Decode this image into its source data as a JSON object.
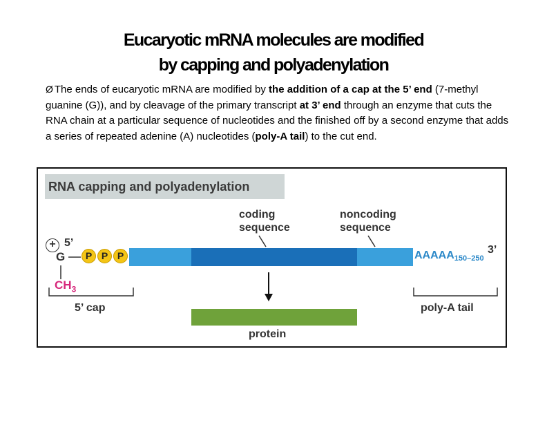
{
  "slide": {
    "title_line1": "Eucaryotic mRNA molecules are modified",
    "title_line2": "by capping and polyadenylation",
    "bullet_glyph": "Ø",
    "paragraph": {
      "t1": "The ends of eucaryotic mRNA are modified by ",
      "b1": "the addition of a cap at the 5’ end",
      "t2": " (7-methyl guanine (G)), and by cleavage of the primary transcript ",
      "b2": "at 3’ end",
      "t3": " through an enzyme that cuts the RNA chain at a particular sequence of nucleotides and the finished off by a second enzyme that adds a series of repeated adenine (A) nucleotides (",
      "b3": "poly-A tail",
      "t4": ") to the cut end."
    }
  },
  "figure": {
    "heading": "RNA capping and polyadenylation",
    "label_5prime": "5’",
    "label_3prime": "3’",
    "plus": "+",
    "g_label": "G",
    "phosphates": [
      "P",
      "P",
      "P"
    ],
    "ch3_label": "CH",
    "ch3_sub": "3",
    "coding_line1": "coding",
    "coding_line2": "sequence",
    "noncoding_line1": "noncoding",
    "noncoding_line2": "sequence",
    "polya_text": "AAAAA",
    "polya_sub": "150–250",
    "cap_label": "5’ cap",
    "polya_tail_label": "poly-A tail",
    "protein_label": "protein",
    "colors": {
      "mrna_light": "#3aa0dc",
      "mrna_dark": "#1a6fb8",
      "phosphate": "#f4c515",
      "methyl": "#d6267a",
      "protein": "#6fa23a",
      "heading_bg": "#cfd6d6"
    }
  }
}
